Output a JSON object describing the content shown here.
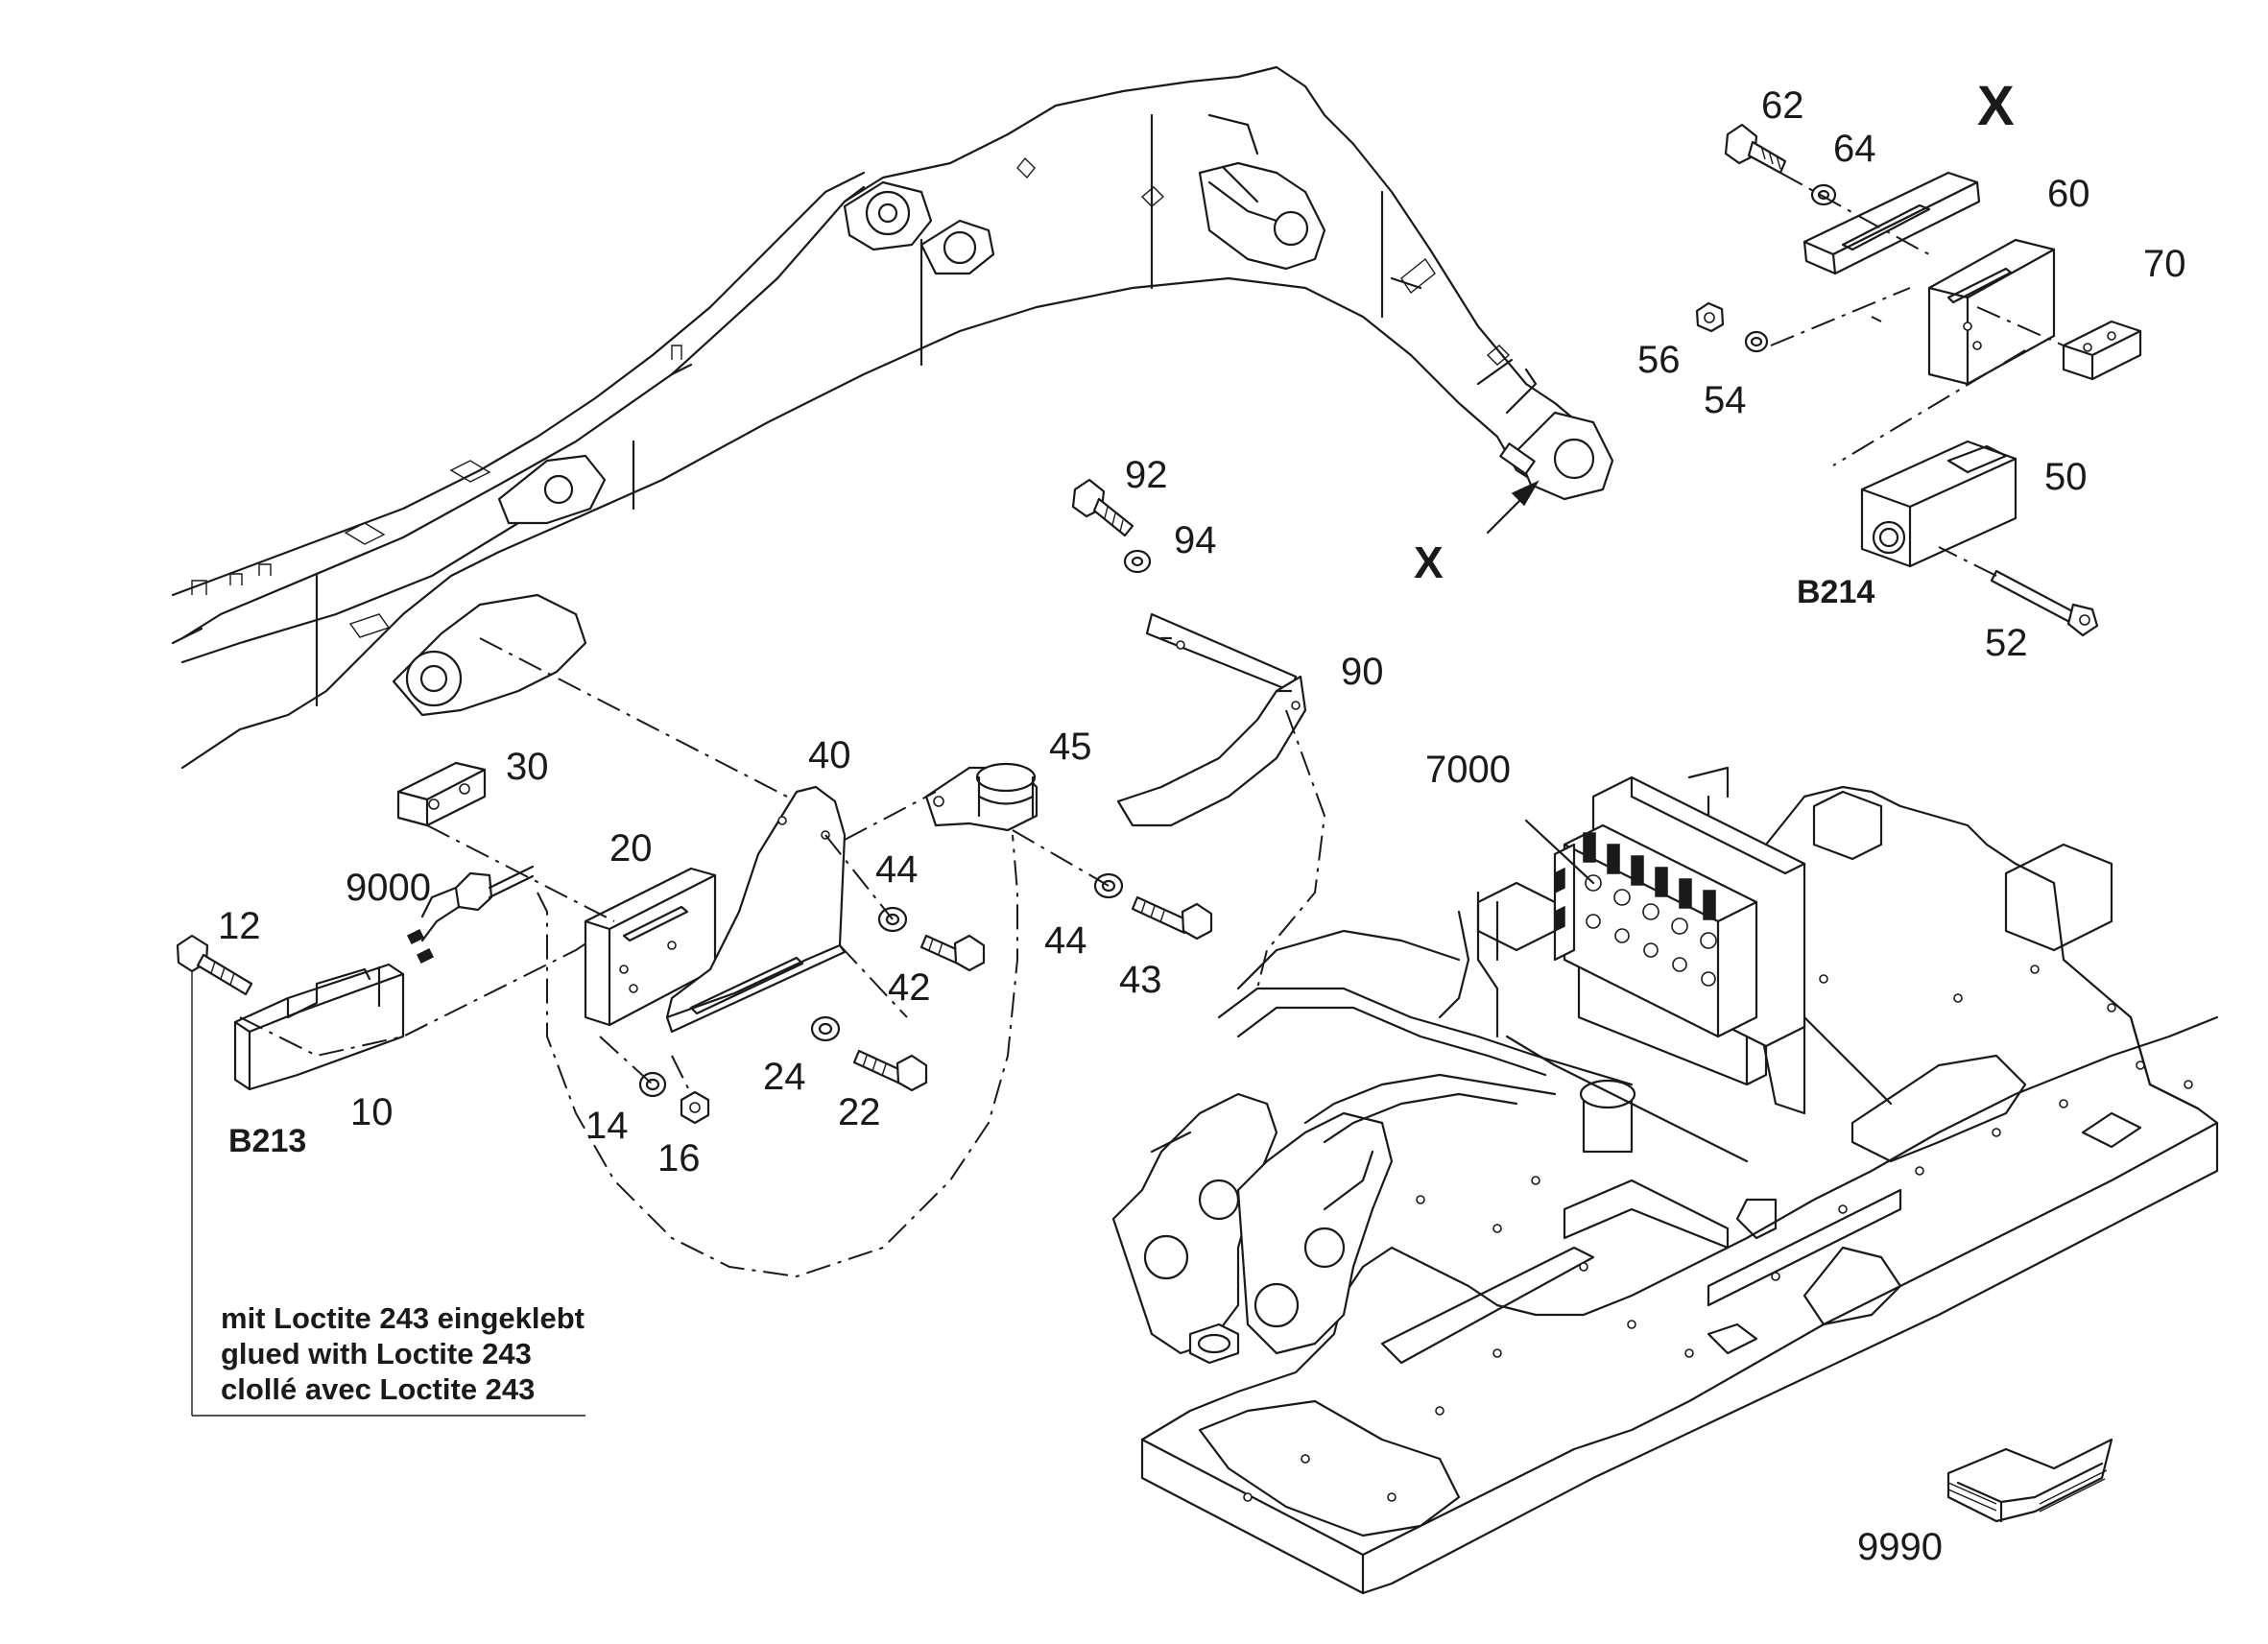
{
  "part_numbers": {
    "p10": "10",
    "p12": "12",
    "p14": "14",
    "p16": "16",
    "p20": "20",
    "p22": "22",
    "p24": "24",
    "p30": "30",
    "p40": "40",
    "p42": "42",
    "p43": "43",
    "p44a": "44",
    "p44b": "44",
    "p45": "45",
    "p50": "50",
    "p52": "52",
    "p54": "54",
    "p56": "56",
    "p60": "60",
    "p62": "62",
    "p64": "64",
    "p70": "70",
    "p90": "90",
    "p92": "92",
    "p94": "94",
    "p7000": "7000",
    "p9000": "9000",
    "p9990": "9990"
  },
  "components": {
    "b213": "B213",
    "b214": "B214"
  },
  "detail": {
    "view_label": "X",
    "arrow_label": "X"
  },
  "note": {
    "line_de": "mit Loctite 243 eingeklebt",
    "line_en": "glued with Loctite 243",
    "line_fr": "clollé avec Loctite 243"
  }
}
